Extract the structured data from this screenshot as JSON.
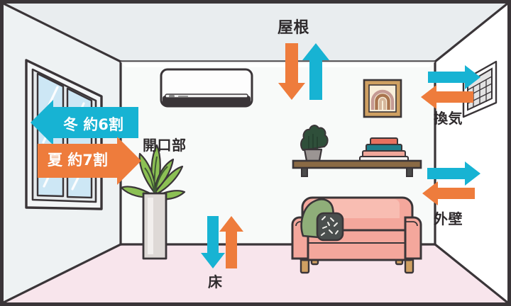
{
  "scene": {
    "title_alt": "住宅の熱の出入り断面イラスト",
    "colors": {
      "cool": "#17b3d3",
      "warm": "#ee7c3c",
      "outline": "#3a3538",
      "floor": "#f8e5ec",
      "ceiling": "#e9edef",
      "wall_left": "#eef2f3",
      "wall_back": "#f7f9f8",
      "wall_right": "#ffffff",
      "sofa": "#f4a79c",
      "sofa_shade": "#f8bdb2",
      "cushion_green": "#8fae79",
      "cushion_dark": "#4a4f4e",
      "plant_leaf": "#8cc054",
      "pot_tall": "#ded9d6",
      "shelf_wood": "#8a6a45",
      "frame_wood": "#cfa062",
      "frame_mat": "#f7ead3",
      "book_red": "#e8705e",
      "book_teal": "#1f7f8c",
      "book_pink": "#f0a79a",
      "glass": "#cde7f5",
      "window_frame": "#dfe2e3"
    }
  },
  "labels": {
    "roof": "屋根",
    "opening": "開口部",
    "floor": "床",
    "ventilation": "換気",
    "exterior_wall": "外壁"
  },
  "arrows": {
    "window_winter": {
      "text": "冬 約6割",
      "direction": "left",
      "color": "cool"
    },
    "window_summer": {
      "text": "夏 約7割",
      "direction": "right",
      "color": "warm"
    },
    "roof_in": {
      "direction": "down",
      "color": "warm"
    },
    "roof_out": {
      "direction": "up",
      "color": "cool"
    },
    "floor_in": {
      "direction": "down",
      "color": "cool"
    },
    "floor_out": {
      "direction": "up",
      "color": "warm"
    },
    "vent_out": {
      "direction": "right",
      "color": "cool"
    },
    "vent_in": {
      "direction": "left",
      "color": "warm"
    },
    "wall_out": {
      "direction": "right",
      "color": "cool"
    },
    "wall_in": {
      "direction": "left",
      "color": "warm"
    }
  },
  "objects": {
    "air_conditioner": "エアコン",
    "window": "窓",
    "wall_art": "アートフレーム",
    "shelf": "棚",
    "potted_plant_shelf": "観葉植物",
    "books": "本",
    "floor_plant": "観葉植物",
    "sofa": "ソファ",
    "vent_grille": "換気口"
  }
}
